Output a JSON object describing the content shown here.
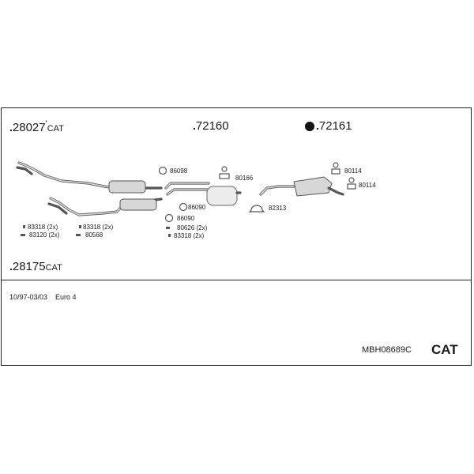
{
  "parts": {
    "front_pipe_a": "28027",
    "front_pipe_a_suffix": "CAT",
    "center_pipe": "72160",
    "rear_muffler_set": "72161",
    "front_pipe_b": "28175",
    "front_pipe_b_suffix": "CAT"
  },
  "small_labels": {
    "p86098": "86098",
    "p80166": "80166",
    "p80114_a": "80114",
    "p80114_b": "80114",
    "p86090_a": "86090",
    "p86090_b": "86090",
    "p82313": "82313",
    "p80626": "80626 (2x)",
    "p83318_c": "83318 (2x)",
    "p83318_a": "83318 (2x)",
    "p83120": "83120 (2x)",
    "p83318_b": "83318 (2x)",
    "p80568": "80568"
  },
  "info": {
    "date_range": "10/97-03/03",
    "emission": "Euro 4",
    "kit_code": "MBH08689C",
    "kit_type": "CAT"
  },
  "colors": {
    "pipe": "#555555",
    "frame": "#222222"
  }
}
